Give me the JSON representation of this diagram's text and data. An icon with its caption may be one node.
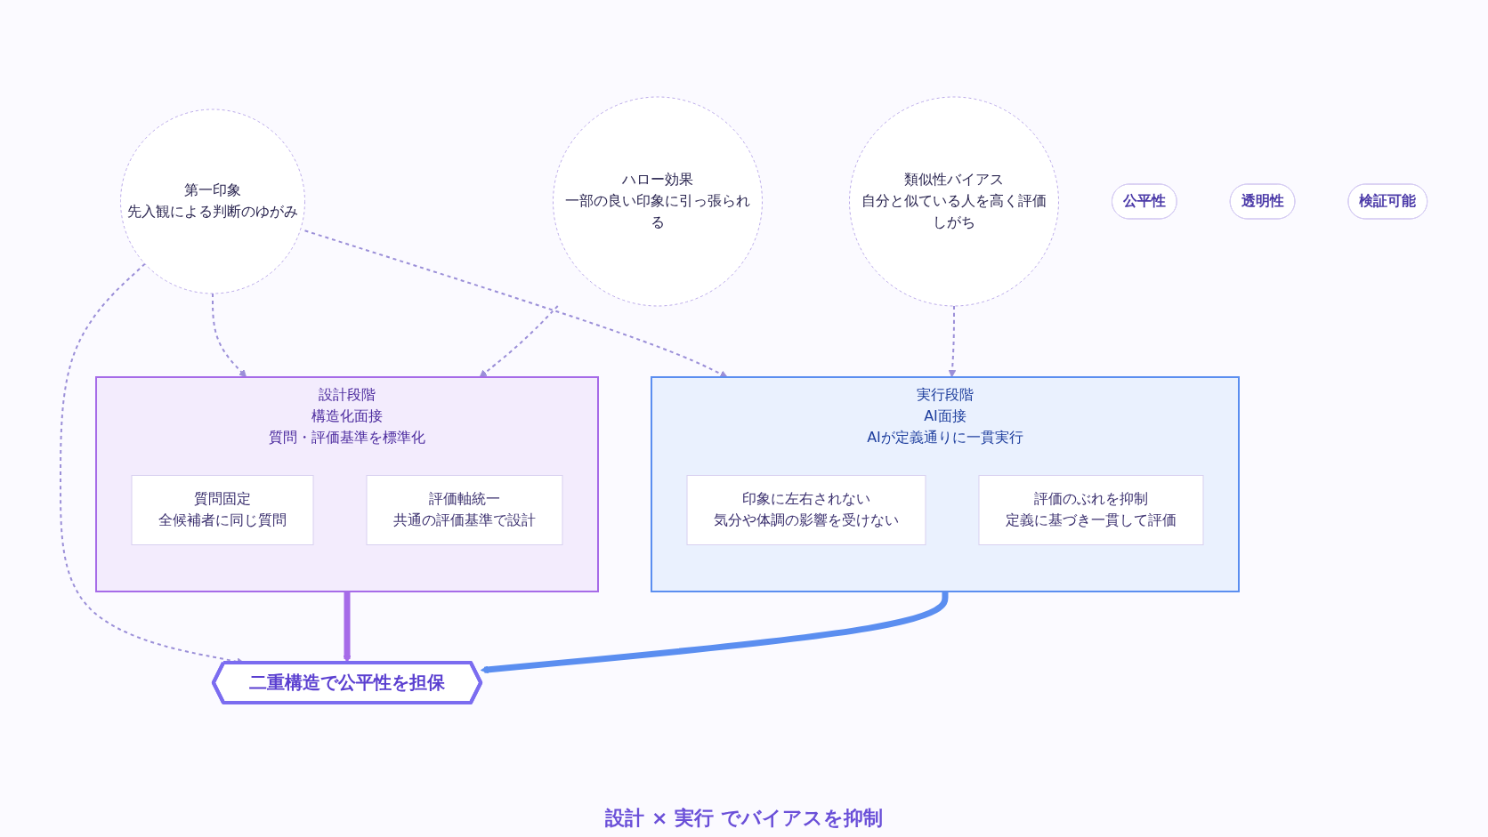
{
  "diagram": {
    "nodes": [
      {
        "text": [
          "設計段階",
          "構造化面接",
          "質問・評価基準を標準化"
        ]
      },
      {
        "text": [
          "質問固定",
          "全候補者に同じ質問"
        ],
        "in": 0
      },
      {
        "text": [
          "評価軸統一",
          "共通の評価基準で設計"
        ],
        "in": 0
      },
      {
        "text": [
          "二重構造で公平性を担保"
        ]
      },
      {
        "text": [
          "実行段階",
          "AI面接",
          "AIが定義通りに一貫実行"
        ]
      },
      {
        "text": [
          "印象に左右されない",
          "気分や体調の影響を受けない"
        ],
        "in": 4
      },
      {
        "text": [
          "評価のぶれを抑制",
          "定義に基づき一貫して評価"
        ],
        "in": 4
      },
      {
        "text": [
          "第一印象",
          "先入観による判断のゆがみ"
        ]
      },
      {
        "text": [
          "ハロー効果",
          "一部の良い印象に引っ張られる"
        ]
      },
      {
        "text": [
          "類似性バイアス",
          "自分と似ている人を高く評価しがち"
        ]
      },
      {
        "text": [
          "公平性"
        ]
      },
      {
        "text": [
          "透明性"
        ]
      },
      {
        "text": [
          "検証可能"
        ]
      }
    ],
    "edges": [
      {
        "from": 0,
        "to": 3,
        "arrow": "to",
        "style": "thick",
        "color": "#a66be8"
      },
      {
        "from": 4,
        "to": 3,
        "arrow": "to",
        "style": "thick",
        "color": "#5b8ef0"
      },
      {
        "from": 7,
        "to": 3,
        "arrow": "to",
        "style": "dashed"
      },
      {
        "from": 7,
        "to": 0,
        "arrow": "to",
        "style": "dashed"
      },
      {
        "from": 7,
        "to": 4,
        "arrow": "to",
        "style": "dashed"
      },
      {
        "from": 8,
        "to": 0,
        "arrow": "to",
        "style": "dashed"
      },
      {
        "from": 9,
        "to": 4,
        "arrow": "to",
        "style": "dashed"
      }
    ],
    "labels": [
      "設計 × 実行 でバイアスを抑制"
    ]
  }
}
